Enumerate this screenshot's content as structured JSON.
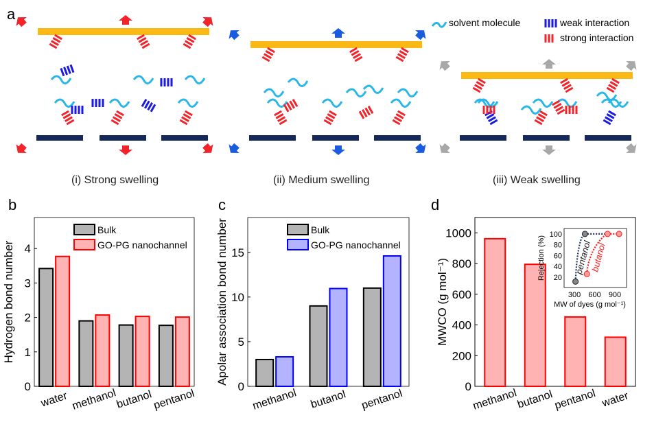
{
  "panel_labels": {
    "a": "a",
    "b": "b",
    "c": "c",
    "d": "d"
  },
  "diagram": {
    "captions": [
      "(i) Strong swelling",
      "(ii) Medium swelling",
      "(iii) Weak swelling"
    ],
    "legend": {
      "solvent": "solvent molecule",
      "weak": "weak interaction",
      "strong": "strong interaction"
    },
    "colors": {
      "sheet_top": "#FDB913",
      "sheet_bottom": "#14285A",
      "solvent": "#29B6E8",
      "weak": "#1A1AE0",
      "strong": "#F0242A",
      "arrow_strong": "#F0242A",
      "arrow_medium": "#1A5CE0",
      "arrow_weak": "#A8A8A8"
    }
  },
  "chart_data": [
    {
      "type": "bar",
      "title": "",
      "ylabel": "Hydrogen bond number",
      "xlabel": "",
      "categories": [
        "water",
        "methanol",
        "butanol",
        "pentanol"
      ],
      "series": [
        {
          "name": "Bulk",
          "values": [
            3.42,
            1.9,
            1.78,
            1.77
          ],
          "fill": "#B4B4B4",
          "stroke": "#000000"
        },
        {
          "name": "GO-PG nanochannel",
          "values": [
            3.77,
            2.07,
            2.03,
            2.01
          ],
          "fill": "#FFB3B3",
          "stroke": "#FF0000"
        }
      ],
      "ylim": [
        0,
        4.9
      ],
      "yticks": [
        0,
        1,
        2,
        3,
        4
      ],
      "legend": "top-right"
    },
    {
      "type": "bar",
      "title": "",
      "ylabel": "Apolar association bond number",
      "xlabel": "",
      "categories": [
        "methanol",
        "butanol",
        "pentanol"
      ],
      "series": [
        {
          "name": "Bulk",
          "values": [
            3.0,
            9.0,
            11.0
          ],
          "fill": "#B4B4B4",
          "stroke": "#000000"
        },
        {
          "name": "GO-PG nanochannel",
          "values": [
            3.3,
            10.95,
            14.6
          ],
          "fill": "#B3B3FF",
          "stroke": "#0000FF"
        }
      ],
      "ylim": [
        0,
        18.9
      ],
      "yticks": [
        0,
        5,
        10,
        15
      ],
      "legend": "top-right"
    },
    {
      "type": "bar",
      "title": "",
      "ylabel": "MWCO (g mol⁻¹)",
      "xlabel": "",
      "categories": [
        "methanol",
        "butanol",
        "pentanol",
        "water"
      ],
      "series": [
        {
          "name": "MWCO",
          "values": [
            962,
            795,
            452,
            320
          ],
          "fill": "#FFB3B3",
          "stroke": "#FF0000"
        }
      ],
      "ylim": [
        0,
        1100
      ],
      "yticks": [
        0,
        200,
        400,
        600,
        800,
        1000
      ]
    },
    {
      "type": "scatter",
      "title": "inset",
      "xlabel": "MW of dyes (g mol⁻¹)",
      "ylabel": "Rejection (%)",
      "xlim": [
        147,
        1073
      ],
      "ylim": [
        1,
        110
      ],
      "xticks": [
        300,
        600,
        900
      ],
      "yticks": [
        20,
        40,
        60,
        80,
        100
      ],
      "series": [
        {
          "name": "pentanol",
          "color": "#222222",
          "curve": "#1F3864",
          "x": [
            316,
            456
          ],
          "y": [
            12,
            100
          ]
        },
        {
          "name": "butanol",
          "color": "#FF2020",
          "curve": "#FF2020",
          "x": [
            485,
            792,
            962
          ],
          "y": [
            26,
            100,
            100
          ]
        }
      ]
    }
  ]
}
